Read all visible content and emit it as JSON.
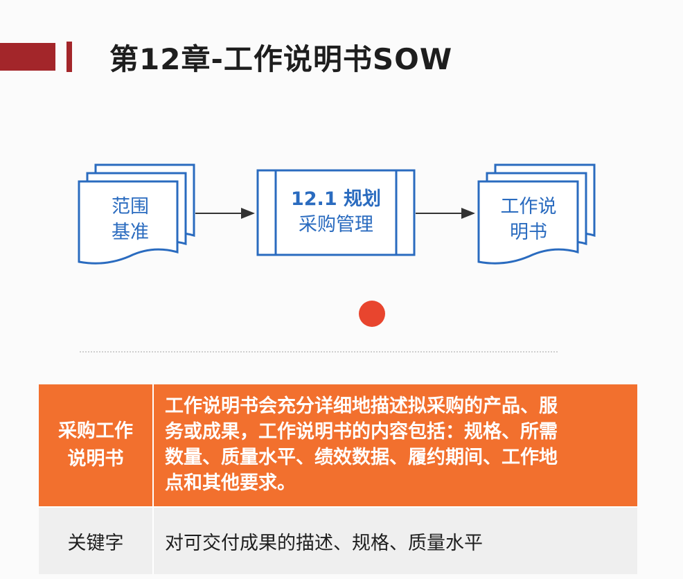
{
  "header": {
    "title": "第12章-工作说明书SOW",
    "accent_color": "#a3262a"
  },
  "diagram": {
    "input": {
      "line1": "范围",
      "line2": "基准"
    },
    "process": {
      "line1": "12.1 规划",
      "line2": "采购管理"
    },
    "output": {
      "line1": "工作说",
      "line2": "明书"
    },
    "stroke_color": "#2a6bbf",
    "marker_color": "#e8452e"
  },
  "table": {
    "rows": [
      {
        "label_line1": "采购工作",
        "label_line2": "说明书",
        "content_lines": [
          "工作说明书会充分详细地描述拟采购的产品、服",
          "务或成果，工作说明书的内容包括：规格、所需",
          "数量、质量水平、绩效数据、履约期间、工作地",
          "点和其他要求。"
        ],
        "background": "#f2702e"
      },
      {
        "label": "关键字",
        "content": "对可交付成果的描述、规格、质量水平",
        "background": "#efefef"
      }
    ]
  }
}
